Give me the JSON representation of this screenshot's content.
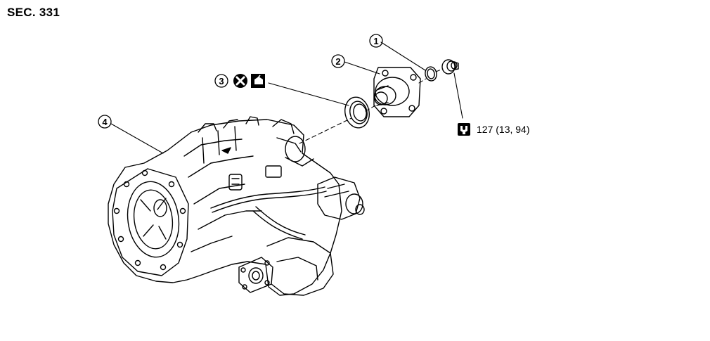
{
  "section_label": "SEC. 331",
  "callouts": [
    {
      "number": "1",
      "part": "O-ring"
    },
    {
      "number": "2",
      "part": "Rear cover"
    },
    {
      "number": "3",
      "part": "Oil seal"
    },
    {
      "number": "4",
      "part": "Transfer case"
    }
  ],
  "torque_spec": "127 (13, 94)",
  "icons": {
    "do_not_reuse": "x-circle-icon",
    "apply_oil": "oil-can-icon",
    "torque": "torque-wrench-icon"
  }
}
